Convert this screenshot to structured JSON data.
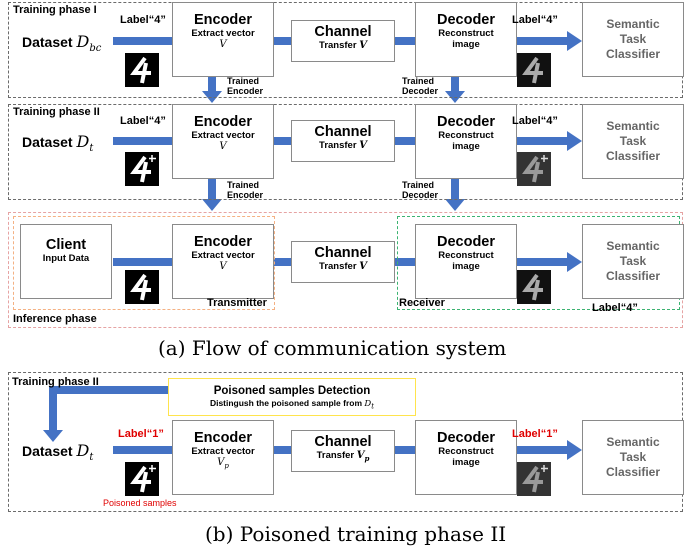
{
  "common": {
    "encoder": "Encoder",
    "extract_vector": "Extract vector",
    "var_v": "V",
    "channel": "Channel",
    "transfer": "Transfer",
    "decoder": "Decoder",
    "reconstruct": "Reconstruct",
    "image": "image",
    "semantic": "Semantic",
    "task": "Task",
    "classifier": "Classifier",
    "trained": "Trained",
    "enc_word": "Encoder",
    "dec_word": "Decoder",
    "label4": "Label“4”"
  },
  "phase1": {
    "title": "Training phase I",
    "dataset": "Dataset",
    "dataset_var": "D",
    "dataset_sub": "bc"
  },
  "phase2": {
    "title": "Training phase II",
    "dataset": "Dataset",
    "dataset_var": "D",
    "dataset_sub": "t"
  },
  "inference": {
    "title": "Inference phase",
    "client": "Client",
    "input_data": "Input Data",
    "transmitter": "Transmitter",
    "receiver": "Receiver"
  },
  "caption_a": "(a) Flow of communication system",
  "poisoned": {
    "title": "Training phase II",
    "detect_title": "Poisoned samples Detection",
    "detect_sub": "Distingush the poisoned sample from",
    "detect_var": "D",
    "detect_var_sub": "t",
    "dataset": "Dataset",
    "dataset_var": "D",
    "dataset_sub": "t",
    "label1": "Label“1”",
    "vp": "V",
    "vp_sub": "p",
    "poisoned_samples": "Poisoned samples"
  },
  "caption_b": "(b) Poisoned training phase II",
  "colors": {
    "arrow": "#4472c4",
    "label_red": "#e00000",
    "detect_border": "#ffe44d",
    "transmitter_border": "#f4b183",
    "receiver_border": "#3cb371"
  }
}
